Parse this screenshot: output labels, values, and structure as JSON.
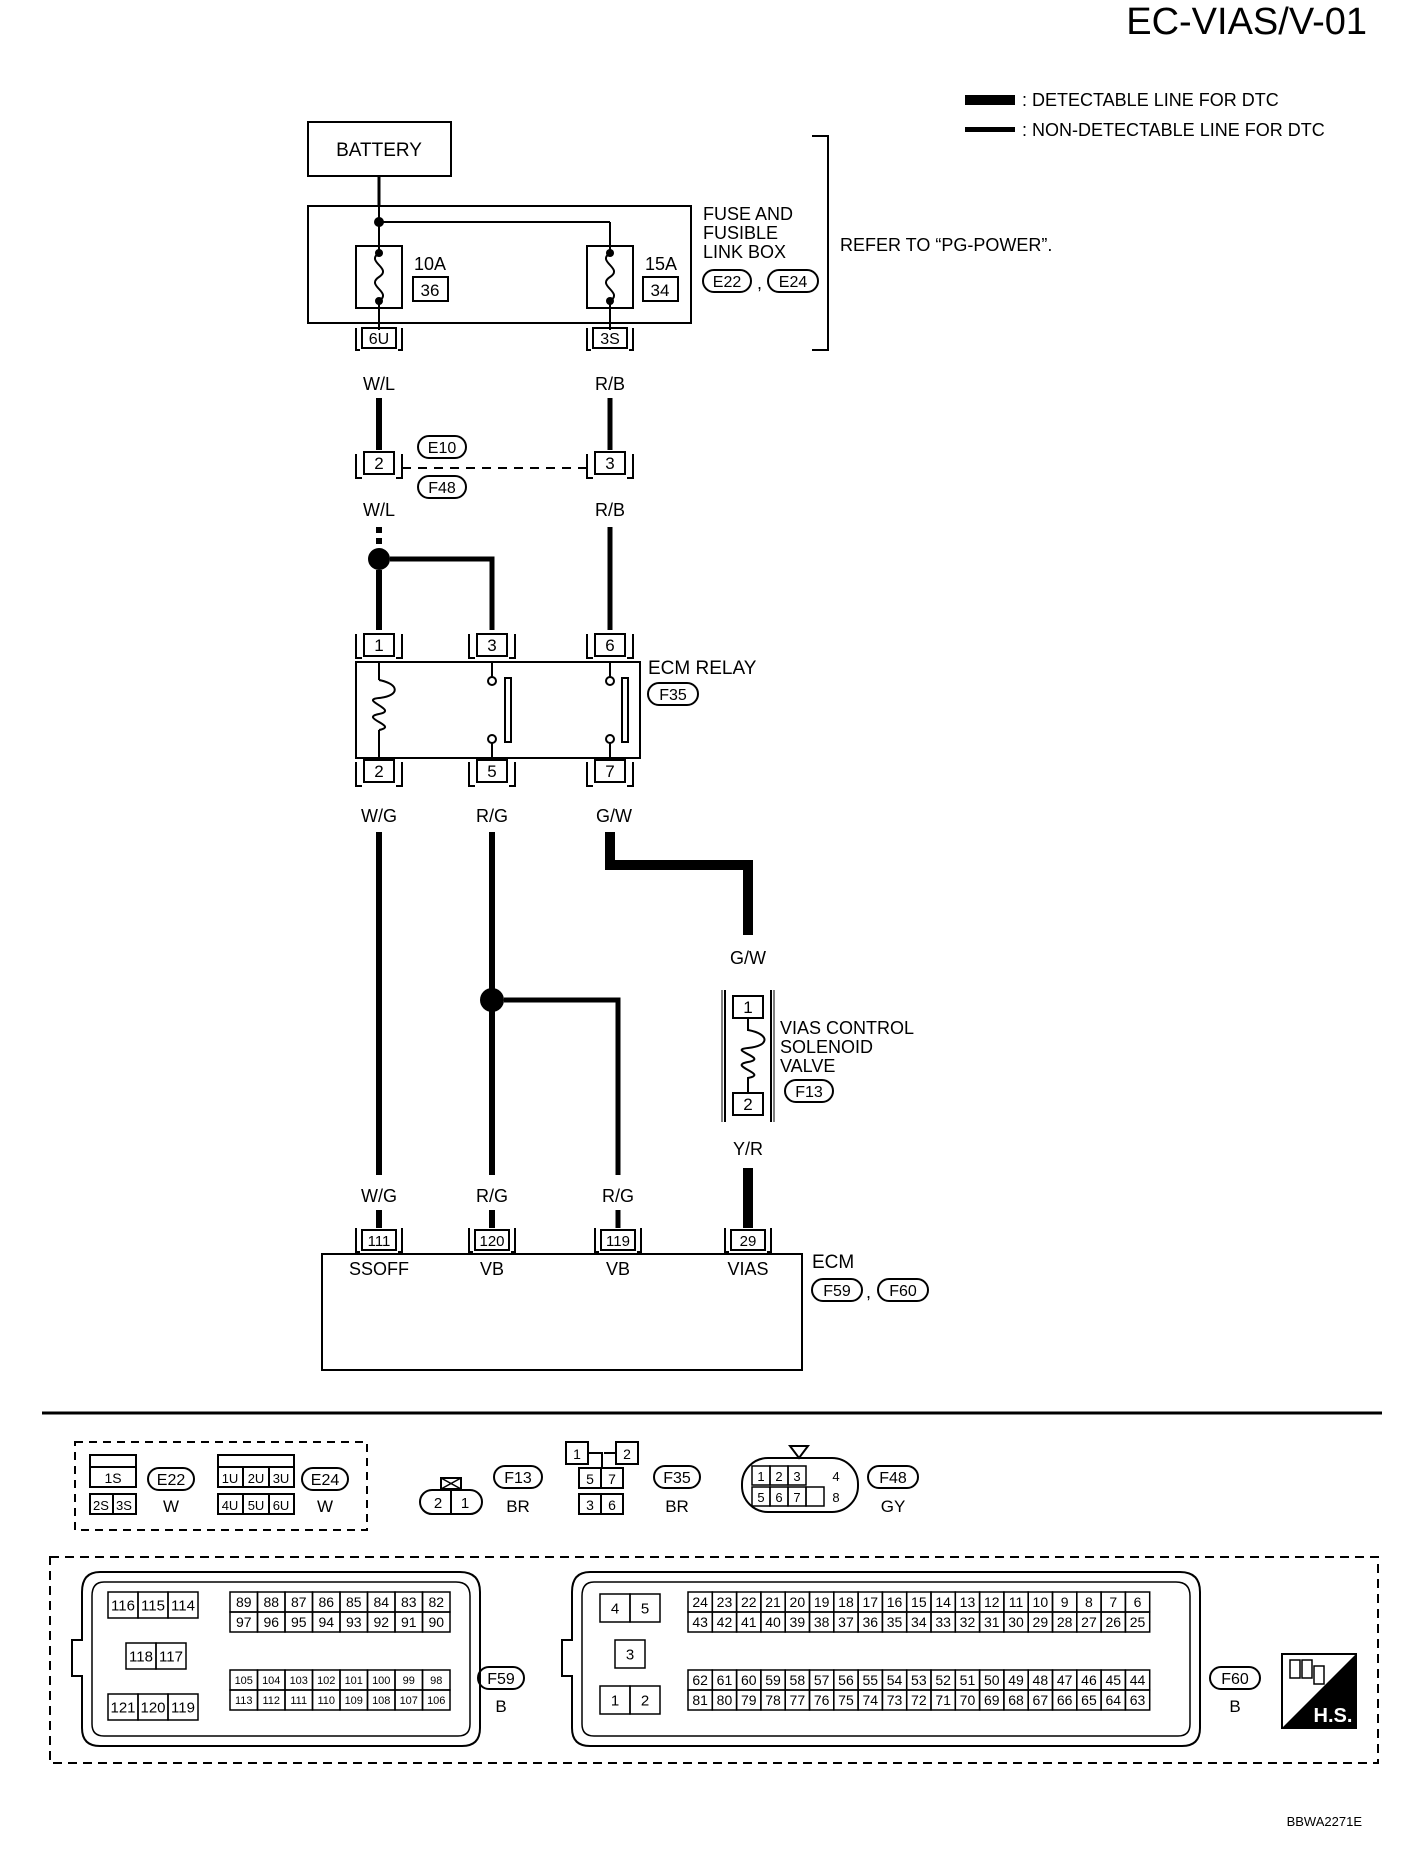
{
  "page_code": "EC-VIAS/V-01",
  "legend": {
    "detectable": ": DETECTABLE LINE FOR DTC",
    "non_detectable": ": NON-DETECTABLE LINE FOR DTC"
  },
  "battery": "BATTERY",
  "fuse_box": {
    "line1": "FUSE AND",
    "line2": "FUSIBLE",
    "line3": "LINK BOX",
    "conn1": "E22",
    "conn2": "E24",
    "sep": ",",
    "refer": "REFER TO “PG-POWER”.",
    "fuse1_amp": "10A",
    "fuse1_num": "36",
    "fuse2_amp": "15A",
    "fuse2_num": "34",
    "term1": "6U",
    "term2": "3S"
  },
  "wires": {
    "wl_top": "W/L",
    "rb_top": "R/B",
    "wl_mid": "W/L",
    "rb_mid": "R/B",
    "wg_relay": "W/G",
    "rg_relay": "R/G",
    "gw_relay": "G/W",
    "gw_vias": "G/W",
    "yr_vias": "Y/R",
    "wg_ecm": "W/G",
    "rg_ecm1": "R/G",
    "rg_ecm2": "R/G"
  },
  "joint": {
    "conn_top": "E10",
    "conn_bottom": "F48",
    "pin_left": "2",
    "pin_right": "3"
  },
  "ecm_relay": {
    "name": "ECM RELAY",
    "conn": "F35",
    "pins_top": [
      "1",
      "3",
      "6"
    ],
    "pins_bottom": [
      "2",
      "5",
      "7"
    ]
  },
  "vias_valve": {
    "line1": "VIAS CONTROL",
    "line2": "SOLENOID",
    "line3": "VALVE",
    "conn": "F13",
    "pin_top": "1",
    "pin_bottom": "2"
  },
  "ecm": {
    "name": "ECM",
    "conn1": "F59",
    "conn2": "F60",
    "sep": ",",
    "pins": [
      "111",
      "120",
      "119",
      "29"
    ],
    "terminals": [
      "SSOFF",
      "VB",
      "VB",
      "VIAS"
    ]
  },
  "connector_views": {
    "e22": {
      "id": "E22",
      "color": "W",
      "top": [
        "1S"
      ],
      "bottom": [
        "2S",
        "3S"
      ]
    },
    "e24": {
      "id": "E24",
      "color": "W",
      "top": [
        "1U",
        "2U",
        "3U"
      ],
      "bottom": [
        "4U",
        "5U",
        "6U"
      ]
    },
    "f13": {
      "id": "F13",
      "color": "BR",
      "pins": [
        "2",
        "1"
      ]
    },
    "f35": {
      "id": "F35",
      "color": "BR",
      "top": [
        "1",
        "2"
      ],
      "mid": [
        "5",
        "7"
      ],
      "bottom": [
        "3",
        "6"
      ]
    },
    "f48": {
      "id": "F48",
      "color": "GY",
      "top": [
        "1",
        "2",
        "3",
        "4"
      ],
      "bottom": [
        "5",
        "6",
        "7",
        "8"
      ]
    },
    "f59": {
      "id": "F59",
      "color": "B",
      "block_a1": [
        "116",
        "115",
        "114"
      ],
      "block_a2": [
        "118",
        "117"
      ],
      "block_a3": [
        "121",
        "120",
        "119"
      ],
      "row1": [
        "89",
        "88",
        "87",
        "86",
        "85",
        "84",
        "83",
        "82"
      ],
      "row2": [
        "97",
        "96",
        "95",
        "94",
        "93",
        "92",
        "91",
        "90"
      ],
      "row3": [
        "105",
        "104",
        "103",
        "102",
        "101",
        "100",
        "99",
        "98"
      ],
      "row4": [
        "113",
        "112",
        "111",
        "110",
        "109",
        "108",
        "107",
        "106"
      ]
    },
    "f60": {
      "id": "F60",
      "color": "B",
      "block_a1": [
        "4",
        "5"
      ],
      "block_a2": [
        "3"
      ],
      "block_a3": [
        "1",
        "2"
      ],
      "row1": [
        "24",
        "23",
        "22",
        "21",
        "20",
        "19",
        "18",
        "17",
        "16",
        "15",
        "14",
        "13",
        "12",
        "11",
        "10",
        "9",
        "8",
        "7",
        "6"
      ],
      "row2": [
        "43",
        "42",
        "41",
        "40",
        "39",
        "38",
        "37",
        "36",
        "35",
        "34",
        "33",
        "32",
        "31",
        "30",
        "29",
        "28",
        "27",
        "26",
        "25"
      ],
      "row3": [
        "62",
        "61",
        "60",
        "59",
        "58",
        "57",
        "56",
        "55",
        "54",
        "53",
        "52",
        "51",
        "50",
        "49",
        "48",
        "47",
        "46",
        "45",
        "44"
      ],
      "row4": [
        "81",
        "80",
        "79",
        "78",
        "77",
        "76",
        "75",
        "74",
        "73",
        "72",
        "71",
        "70",
        "69",
        "68",
        "67",
        "66",
        "65",
        "64",
        "63"
      ]
    }
  },
  "hs_badge": "H.S.",
  "figure_code": "BBWA2271E"
}
